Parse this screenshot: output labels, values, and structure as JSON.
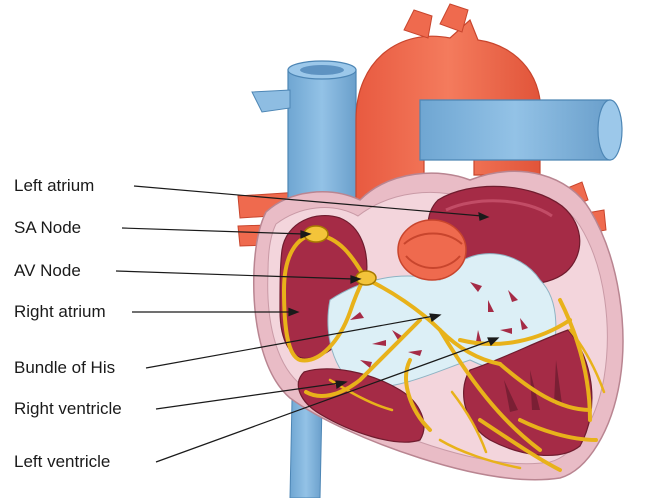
{
  "labels": {
    "left_atrium": "Left atrium",
    "sa_node": "SA Node",
    "av_node": "AV Node",
    "right_atrium": "Right atrium",
    "bundle_of_his": "Bundle of His",
    "right_ventricle": "Right ventricle",
    "left_ventricle": "Left ventricle"
  },
  "colors": {
    "aorta": "#f06a4f",
    "vena_cava": "#7fb3dc",
    "muscle_outer": "#e7b9c3",
    "chamber": "#a52b46",
    "valve_tissue": "#dceff6",
    "conduction": "#e8b21a",
    "leader_line": "#1a1a1a"
  }
}
